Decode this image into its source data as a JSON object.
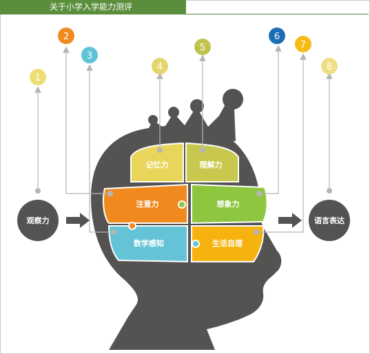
{
  "header": {
    "title": "关于小学入学能力测评"
  },
  "numbers": [
    "1",
    "2",
    "3",
    "4",
    "5",
    "6",
    "7",
    "8"
  ],
  "left_circle": "观察力",
  "right_circle": "语言表达",
  "puzzle": {
    "memory": "记忆力",
    "understanding": "理解力",
    "attention": "注意力",
    "imagination": "想象力",
    "math": "数学感知",
    "life": "生活自理"
  },
  "colors": {
    "header_green": "#5a8e3c",
    "head_gray": "#555352",
    "memory": "#e8d55a",
    "understanding": "#c9c84e",
    "attention": "#f18a1e",
    "imagination": "#8ec63f",
    "math": "#64c3d6",
    "life": "#f6b30f",
    "num1": "#ecdf76",
    "num2": "#f08a1f",
    "num3": "#5ec3d5",
    "num4": "#e4d56c",
    "num5": "#c1c34e",
    "num6": "#1c6eb4",
    "num7": "#f5bc16",
    "num8": "#eedf85"
  }
}
